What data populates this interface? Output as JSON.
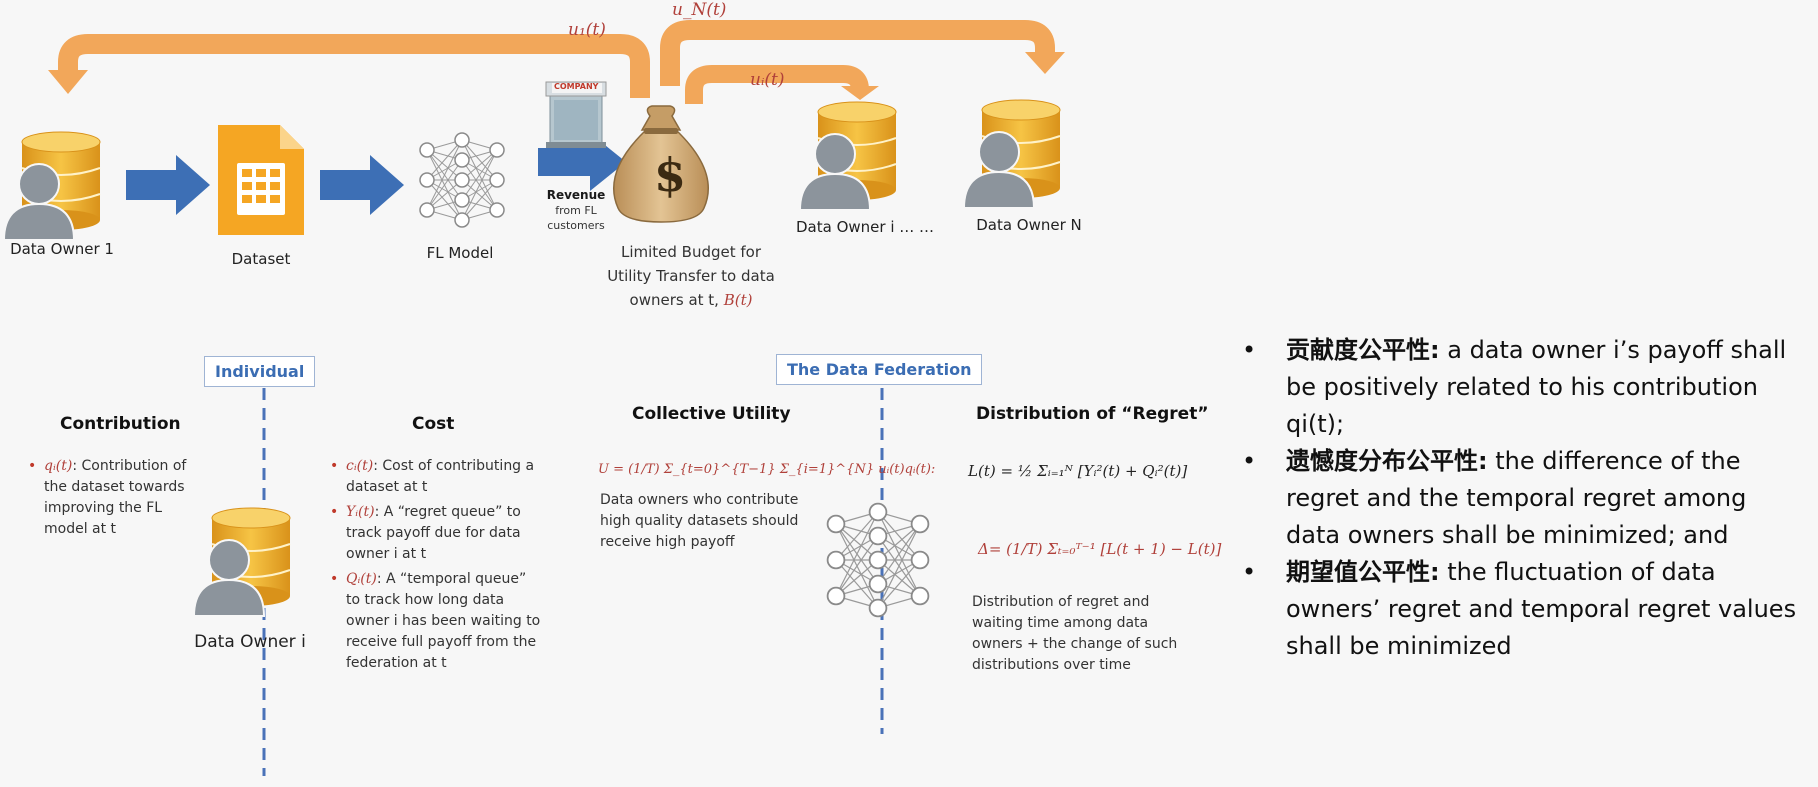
{
  "top": {
    "arrow_u1": "u₁(t)",
    "arrow_uN": "u_N(t)",
    "arrow_ui": "uᵢ(t)",
    "company_sign": "COMPANY",
    "revenue_bold": "Revenue",
    "revenue_rest_1": "from FL",
    "revenue_rest_2": "customers",
    "data_owner_1": "Data Owner 1",
    "dataset": "Dataset",
    "fl_model": "FL Model",
    "budget_line1": "Limited Budget for",
    "budget_line2": "Utility Transfer to data",
    "budget_line3_prefix": "owners at t, ",
    "budget_line3_formula": "B(t)",
    "data_owner_i": "Data Owner i … …",
    "data_owner_N": "Data Owner N"
  },
  "individual": {
    "box": "Individual",
    "contribution": {
      "title": "Contribution",
      "items": [
        {
          "sym": "qᵢ(t)",
          "text": ": Contribution of the dataset towards improving the FL model at t"
        }
      ]
    },
    "owner_label": "Data Owner i",
    "cost": {
      "title": "Cost",
      "items": [
        {
          "sym": "cᵢ(t)",
          "text": ": Cost of contributing a dataset at t"
        },
        {
          "sym": "Yᵢ(t)",
          "text": ": A “regret queue” to track payoff due for data owner i at t"
        },
        {
          "sym": "Qᵢ(t)",
          "text": ": A “temporal queue” to track how long data owner i has been waiting to receive full payoff from the federation  at t"
        }
      ]
    }
  },
  "federation": {
    "box": "The Data Federation",
    "utility": {
      "title": "Collective Utility",
      "formula": "U = (1/T) Σ_{t=0}^{T−1} Σ_{i=1}^{N} uᵢ(t)qᵢ(t):",
      "text": "Data owners who contribute high quality datasets should receive high payoff"
    },
    "regret": {
      "title": "Distribution of “Regret”",
      "formula_L": "L(t) = ½ Σᵢ₌₁ᴺ [Yᵢ²(t) + Qᵢ²(t)]",
      "formula_delta": "Δ= (1/T) Σₜ₌₀ᵀ⁻¹ [L(t + 1) − L(t)]",
      "text": "Distribution of regret and waiting time among data owners + the change of such distributions over time"
    }
  },
  "bullets": [
    {
      "zh": "贡献度公平性:",
      "en": " a data owner i’s payoff shall be positively related to his contribution qi(t);"
    },
    {
      "zh": "遗憾度分布公平性:",
      "en": " the difference of the regret and the temporal regret among data owners shall be minimized; and"
    },
    {
      "zh": "期望值公平性:",
      "en": " the fluctuation of data owners’ regret and temporal regret values shall be minimized"
    }
  ],
  "colors": {
    "orange_arrow": "#f2a75a",
    "blue_arrow": "#3d6fb5",
    "db_gold": "#f0b32a",
    "person_gray": "#8c949c",
    "formula_red": "#b0403a",
    "dashed_line": "#4a72b8"
  }
}
